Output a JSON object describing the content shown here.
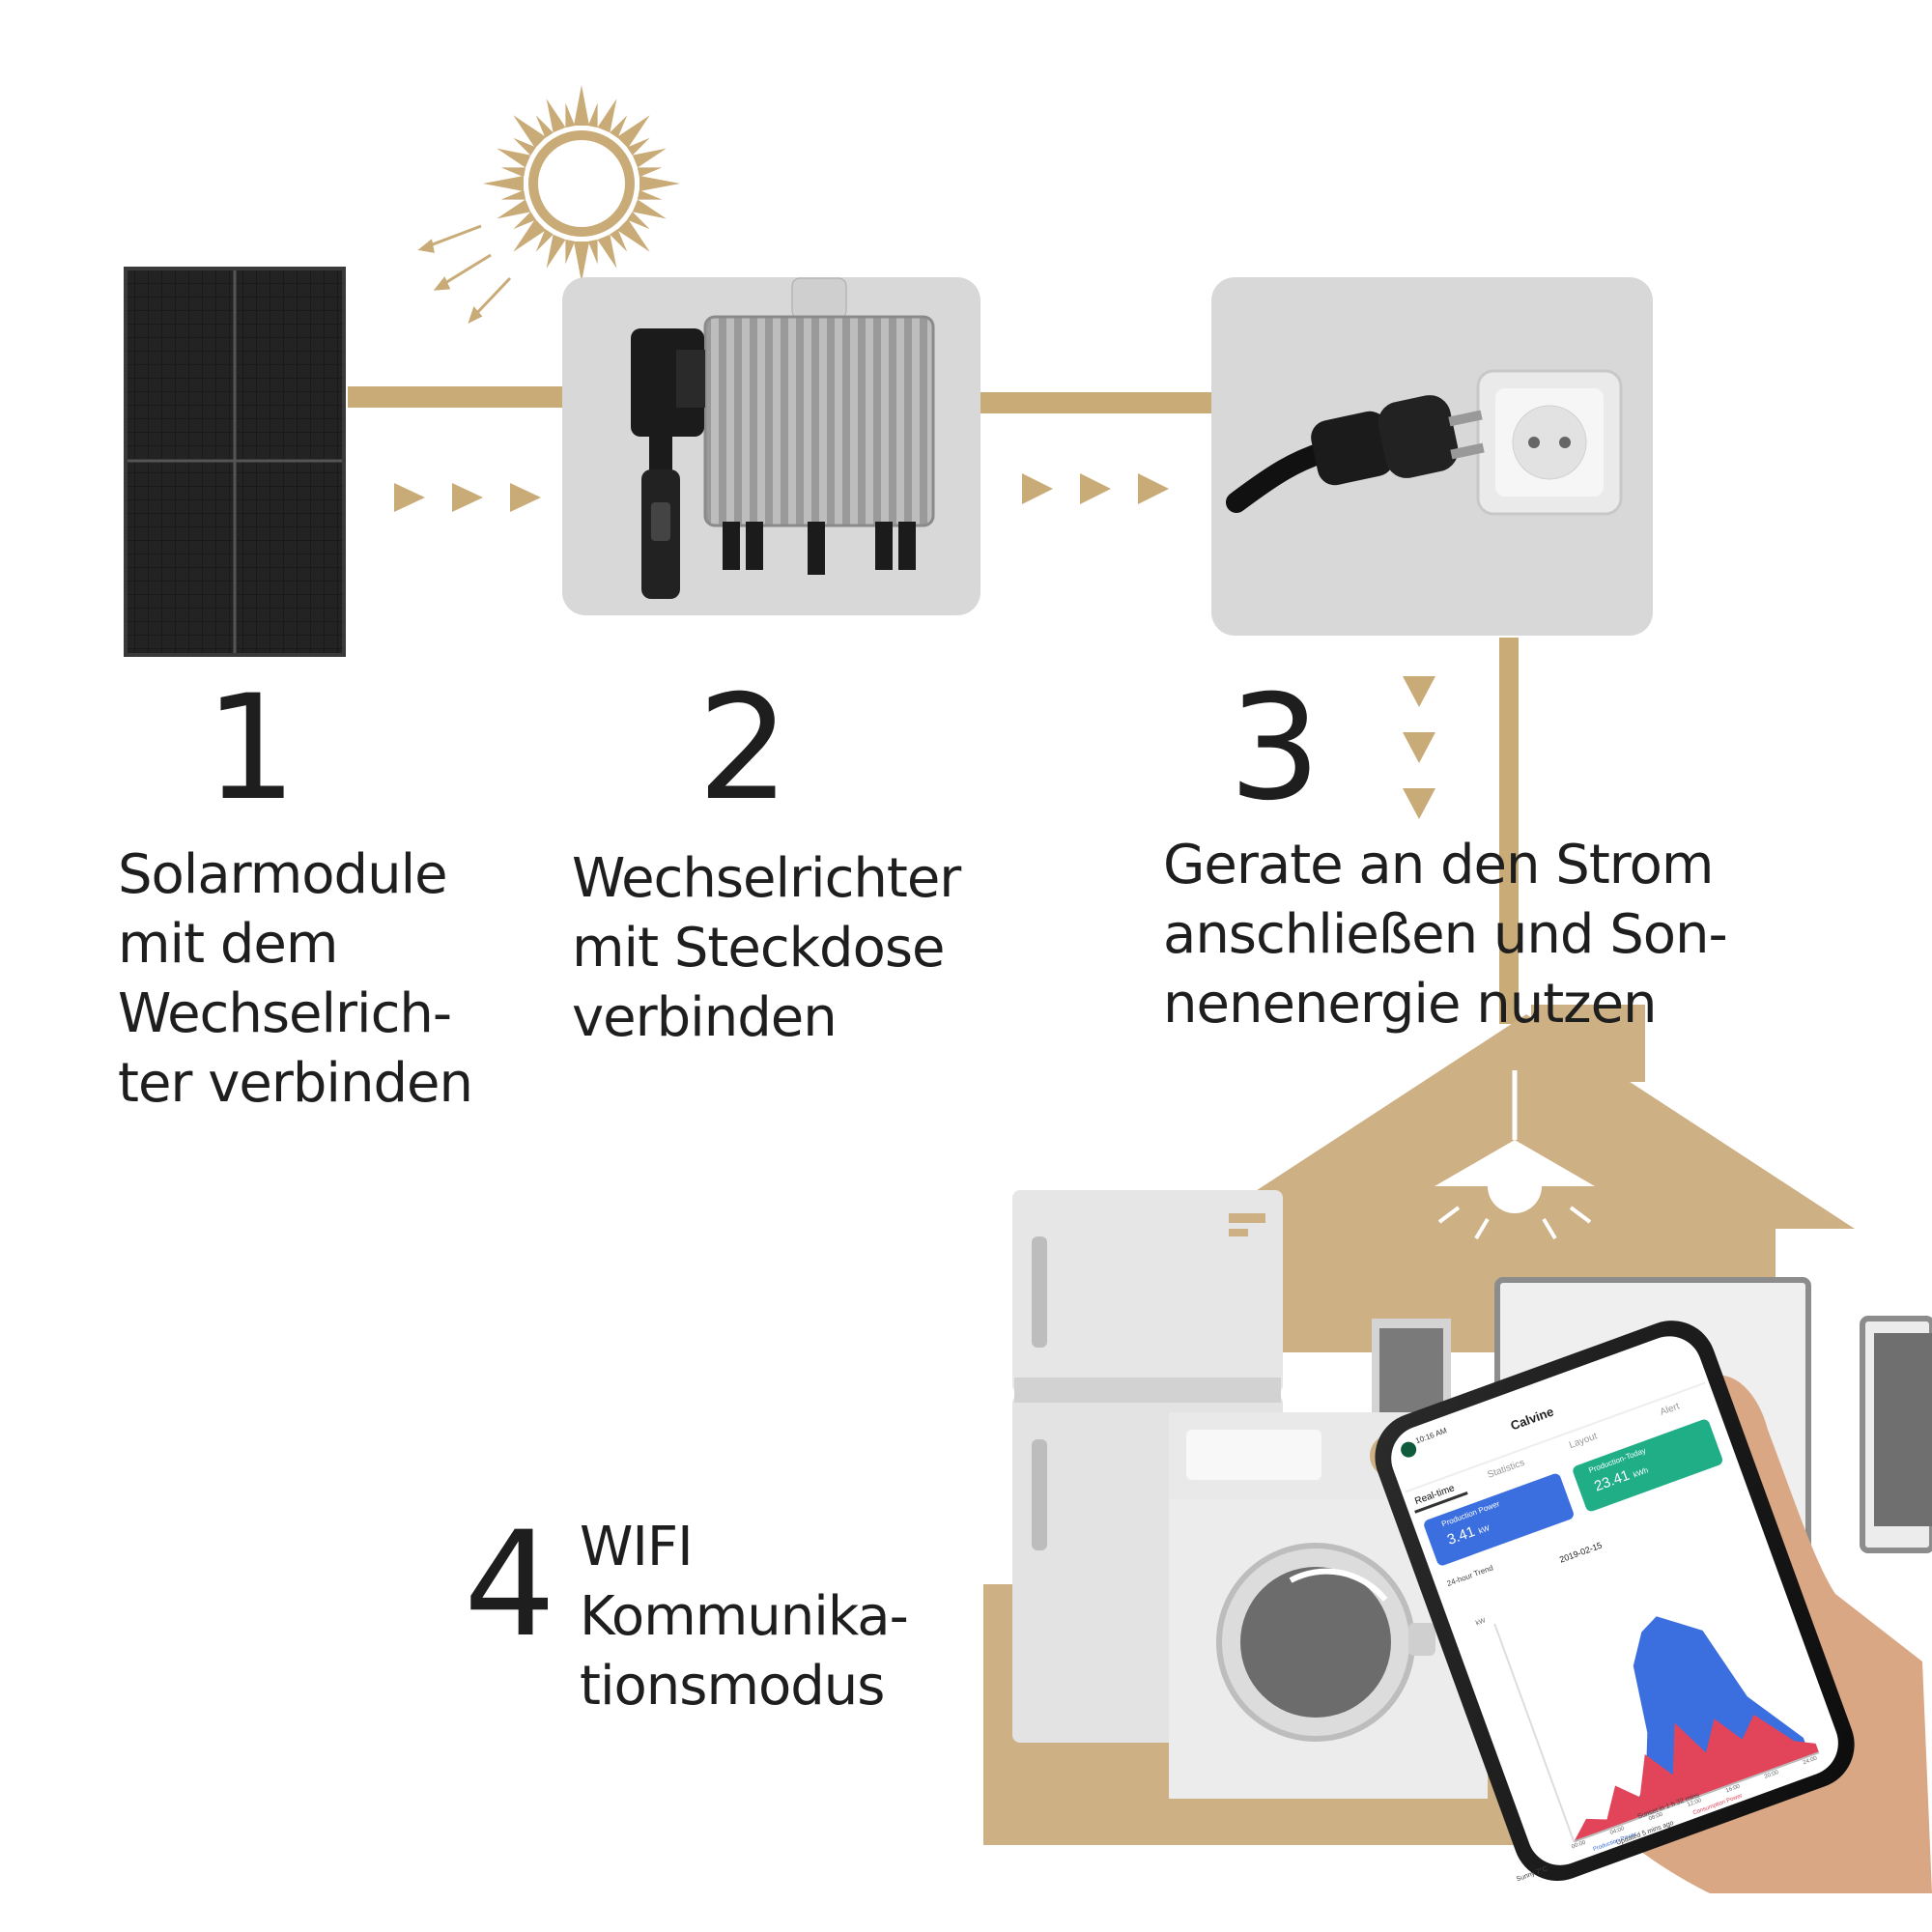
{
  "colors": {
    "accent": "#c9ab77",
    "panel_bg": "#d8d8d8",
    "text": "#1e1e1e",
    "production_blue": "#3b6fe0",
    "production_green": "#1fae86",
    "consumption_red": "#e2455a"
  },
  "steps": [
    {
      "number": "1",
      "text": "Solarmodule\nmit dem\nWechselrich-\nter verbinden"
    },
    {
      "number": "2",
      "text": "Wechselrichter\nmit Steckdose\nverbinden"
    },
    {
      "number": "3",
      "text": "Gerate an den Strom\nanschließen und Son-\nnenenergie nutzen"
    },
    {
      "number": "4",
      "text": "WIFI\nKommunika-\ntionsmodus"
    }
  ],
  "phone": {
    "time": "10:16 AM",
    "title": "Calvine",
    "tabs": [
      "Real-time",
      "Statistics",
      "Layout",
      "Alert"
    ],
    "production_power": {
      "label": "Production Power",
      "value": "3.41",
      "unit": "kW"
    },
    "production_today": {
      "label": "Production-Today",
      "value": "23.41",
      "unit": "kWh"
    },
    "trend_label": "24-hour Trend",
    "date": "2019-02-15",
    "y_unit": "kW",
    "x_ticks": [
      "00:00",
      "04:00",
      "08:00",
      "12:00",
      "16:00",
      "20:00",
      "24:00"
    ],
    "legend": [
      "Production Power",
      "Consumption Power"
    ],
    "sunset": "Sunset in 1 h 32 mins",
    "weather": "Sunny  7°C",
    "updated": "Updated 5 mins ago"
  },
  "icons": [
    "sun-icon",
    "solar-panel-icon",
    "microinverter-icon",
    "plug-socket-icon",
    "house-icon",
    "lamp-icon",
    "fridge-icon",
    "washing-machine-icon",
    "smartphone-icon",
    "hand-icon"
  ]
}
